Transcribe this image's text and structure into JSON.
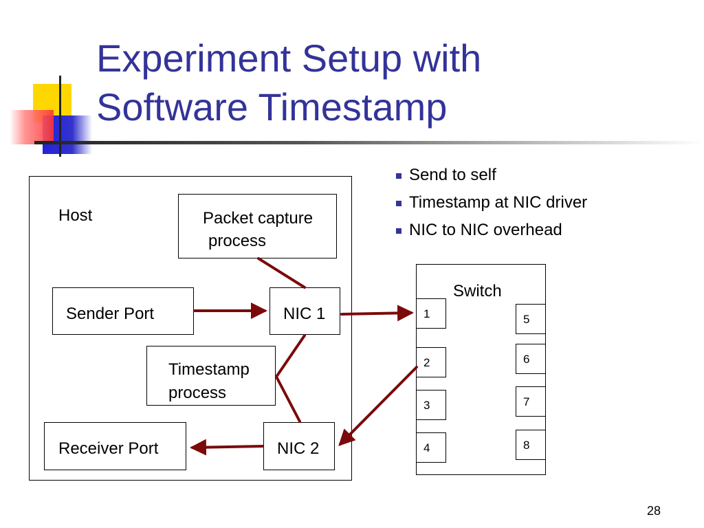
{
  "slide": {
    "title_line1": "Experiment Setup with",
    "title_line2": "Software Timestamp",
    "page_number": "28",
    "title_color": "#333399",
    "arrow_color": "#7b0a0a"
  },
  "bullets": [
    "Send to self",
    "Timestamp at NIC driver",
    "NIC to NIC overhead"
  ],
  "host": {
    "label": "Host",
    "packet_capture_line1": "Packet capture",
    "packet_capture_line2": "process",
    "sender_port": "Sender Port",
    "nic1": "NIC 1",
    "timestamp_line1": "Timestamp",
    "timestamp_line2": "process",
    "receiver_port": "Receiver Port",
    "nic2": "NIC 2"
  },
  "switch": {
    "label": "Switch",
    "ports_left": [
      "1",
      "2",
      "3",
      "4"
    ],
    "ports_right": [
      "5",
      "6",
      "7",
      "8"
    ]
  }
}
